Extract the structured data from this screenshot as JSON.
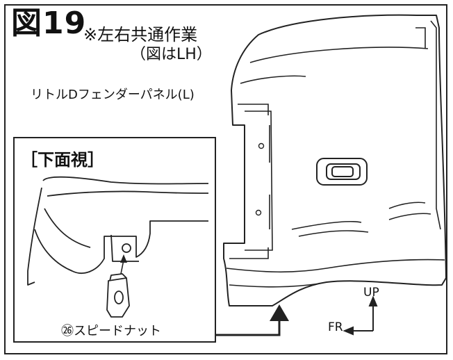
{
  "figure": {
    "title": "図19",
    "subtitle_line1": "※左右共通作業",
    "subtitle_line2": "（図はLH）"
  },
  "labels": {
    "part_name": "リトルDフェンダーパネル(L)",
    "inset_title": "［下面視］",
    "speed_nut": "㉖スピードナット"
  },
  "orientation": {
    "up": "UP",
    "front": "FR"
  }
}
